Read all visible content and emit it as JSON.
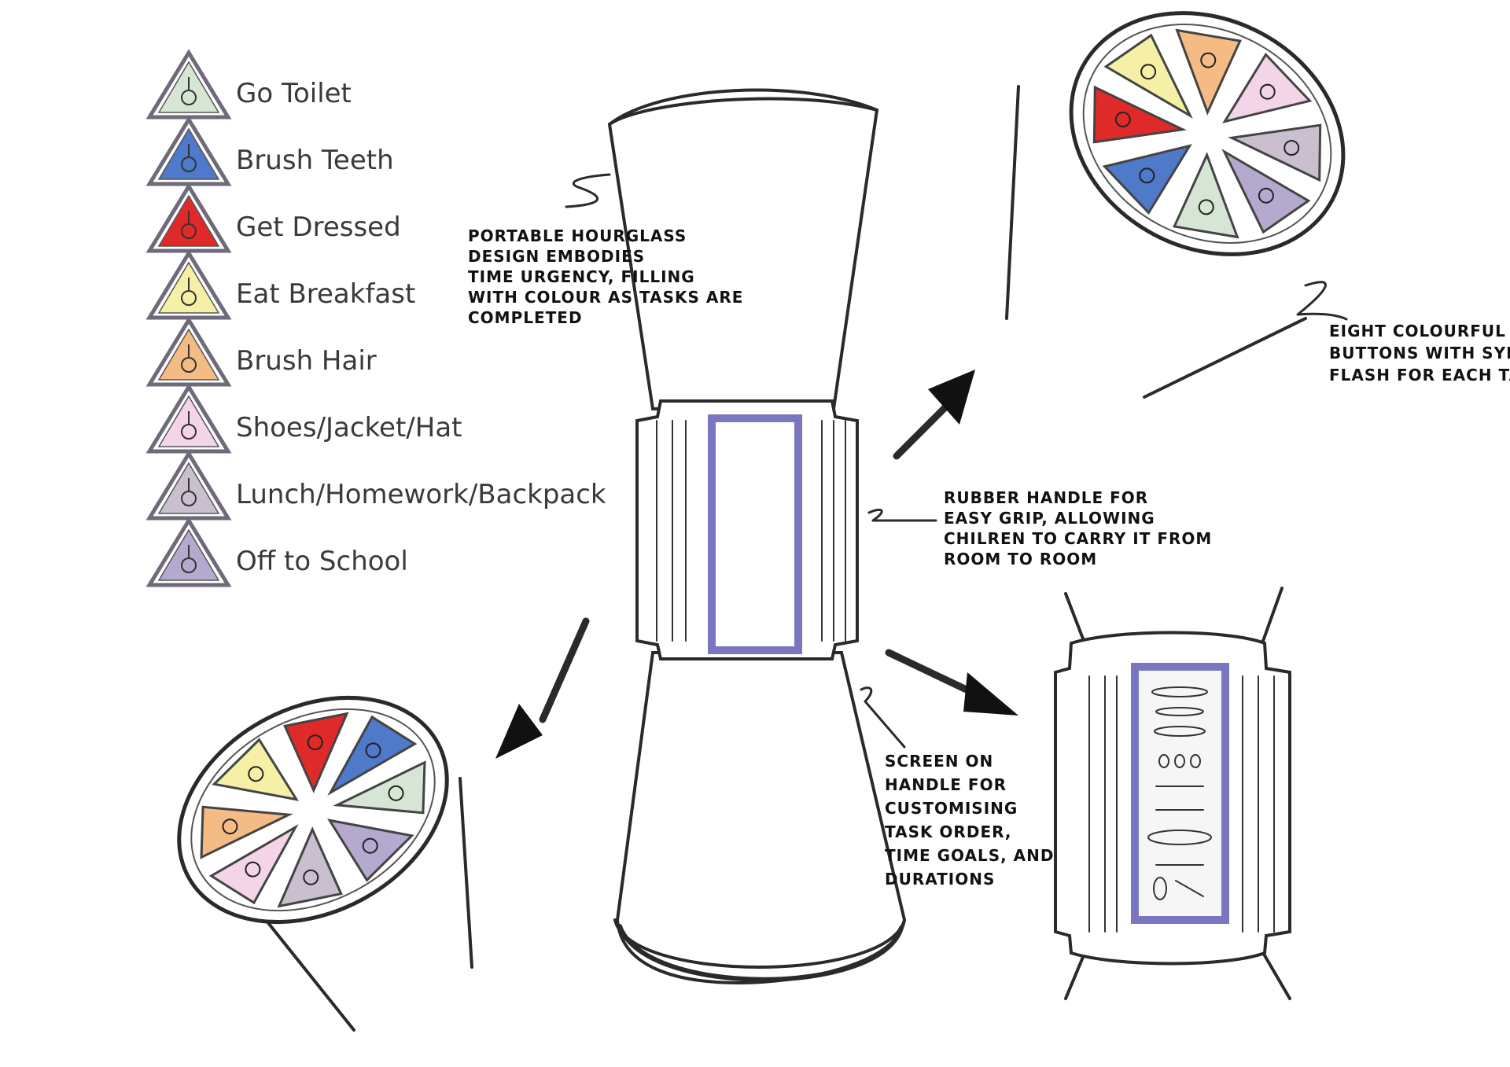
{
  "legend": {
    "items": [
      {
        "label": "Go Toilet",
        "color": "#d6e6d4",
        "icon": "toilet-icon"
      },
      {
        "label": "Brush Teeth",
        "color": "#4f79c9",
        "icon": "toothbrush-icon"
      },
      {
        "label": "Get Dressed",
        "color": "#e02a2a",
        "icon": "clothes-icon"
      },
      {
        "label": "Eat Breakfast",
        "color": "#f5f0a6",
        "icon": "bowl-icon"
      },
      {
        "label": "Brush Hair",
        "color": "#f4bb85",
        "icon": "hairbrush-icon"
      },
      {
        "label": "Shoes/Jacket/Hat",
        "color": "#f4d4e8",
        "icon": "shoes-icon"
      },
      {
        "label": "Lunch/Homework/Backpack",
        "color": "#c9bfcf",
        "icon": "backpack-icon"
      },
      {
        "label": "Off to School",
        "color": "#b6a9cf",
        "icon": "bus-icon"
      }
    ]
  },
  "annotations": {
    "hourglass": [
      "PORTABLE HOURGLASS",
      "DESIGN EMBODIES",
      "TIME URGENCY, FILLING",
      "WITH COLOUR AS TASKS ARE",
      "COMPLETED"
    ],
    "buttons": [
      "EIGHT COLOURFUL",
      "BUTTONS WITH SYMBOLS",
      "FLASH FOR EACH TASK"
    ],
    "handle": [
      "RUBBER HANDLE FOR",
      "EASY GRIP, ALLOWING",
      "CHILREN TO CARRY IT FROM",
      "ROOM TO ROOM"
    ],
    "screen": [
      "SCREEN ON",
      "HANDLE FOR",
      "CUSTOMISING",
      "TASK ORDER,",
      "TIME GOALS, AND",
      "DURATIONS"
    ]
  },
  "colors": {
    "screen_frame": "#7a76c2",
    "ink": "#2a2a2a"
  }
}
